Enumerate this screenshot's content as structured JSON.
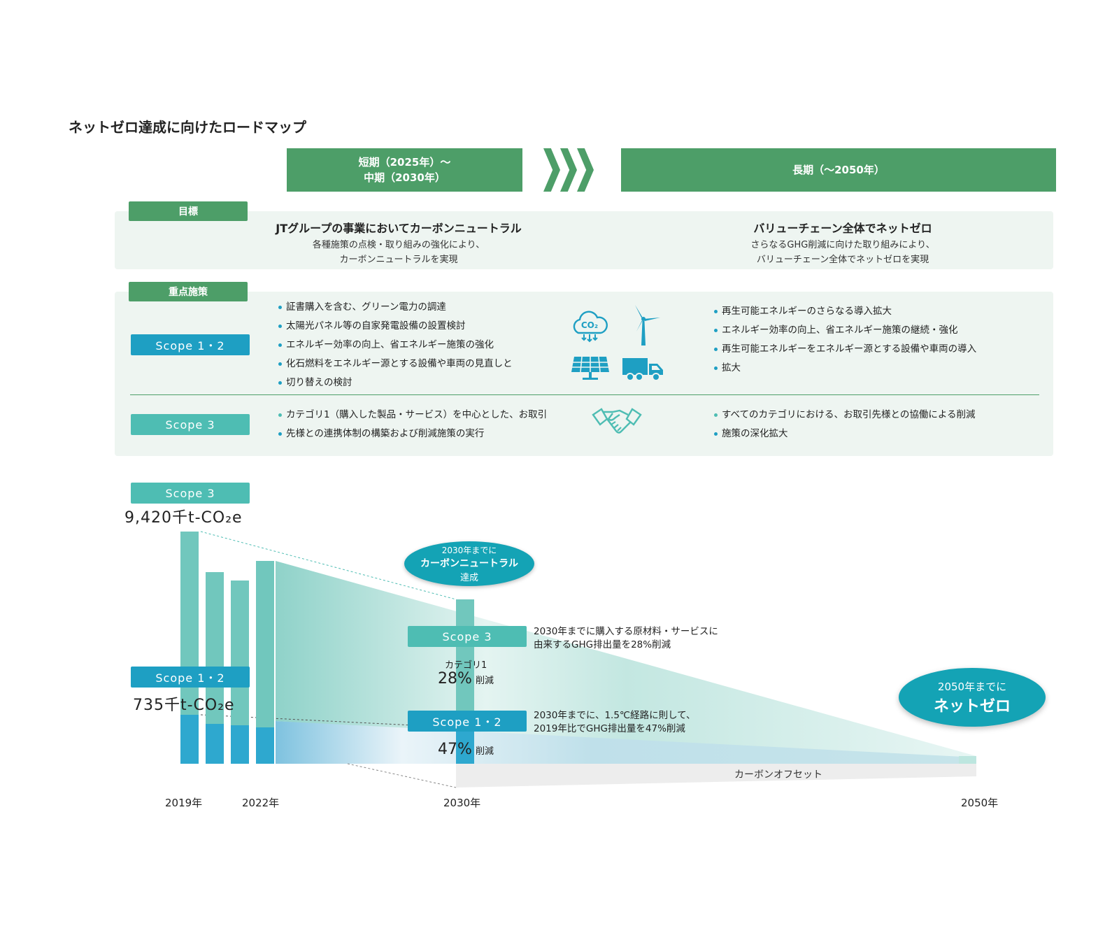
{
  "title": "ネットゼロ達成に向けたロードマップ",
  "phases": {
    "short_line1": "短期（2025年）〜",
    "short_line2": "中期（2030年）",
    "long": "長期（〜2050年）"
  },
  "goals": {
    "label": "目標",
    "short_head": "JTグループの事業においてカーボンニュートラル",
    "short_sub1": "各種施策の点検・取り組みの強化により、",
    "short_sub2": "カーボンニュートラルを実現",
    "long_head": "バリューチェーン全体でネットゼロ",
    "long_sub1": "さらなるGHG削減に向けた取り組みにより、",
    "long_sub2": "バリューチェーン全体でネットゼロを実現"
  },
  "measures": {
    "label": "重点施策",
    "scope12_label": "Scope 1・2",
    "scope3_label": "Scope 3",
    "scope12_short": [
      "証書購入を含む、グリーン電力の調達",
      "太陽光パネル等の自家発電設備の設置検討",
      "エネルギー効率の向上、省エネルギー施策の強化",
      "化石燃料をエネルギー源とする設備や車両の見直しと",
      "切り替えの検討"
    ],
    "scope12_long": [
      "再生可能エネルギーのさらなる導入拡大",
      "エネルギー効率の向上、省エネルギー施策の継続・強化",
      "再生可能エネルギーをエネルギー源とする設備や車両の導入",
      "拡大"
    ],
    "scope3_short": [
      "カテゴリ1（購入した製品・サービス）を中心とした、お取引",
      "先様との連携体制の構築および削減施策の実行"
    ],
    "scope3_long": [
      "すべてのカテゴリにおける、お取引先様との協働による削減",
      "施策の深化拡大"
    ],
    "icons": [
      "co2-icon",
      "wind-turbine-icon",
      "solar-panel-icon",
      "truck-icon",
      "handshake-icon"
    ],
    "co2_text": "CO₂"
  },
  "chart": {
    "scope3_label": "Scope 3",
    "scope3_value": "9,420千t-CO₂e",
    "scope12_label": "Scope 1・2",
    "scope12_value": "735千t-CO₂e",
    "cn_bubble1": "2030年までに",
    "cn_bubble2": "カーボンニュートラル",
    "cn_bubble3": "達成",
    "target_scope3_label": "Scope 3",
    "target_scope3_note1": "2030年までに購入する原材料・サービスに",
    "target_scope3_note2": "由来するGHG排出量を28%削減",
    "category_label": "カテゴリ1",
    "scope3_pct": "28%",
    "pct_suffix": "削減",
    "target_scope12_label": "Scope 1・2",
    "target_scope12_note1": "2030年までに、1.5℃経路に則して、",
    "target_scope12_note2": "2019年比でGHG排出量を47%削減",
    "scope12_pct": "47%",
    "offset_label": "カーボンオフセット",
    "nz_bubble1": "2050年までに",
    "nz_bubble2": "ネットゼロ",
    "year_2019": "2019年",
    "year_2022": "2022年",
    "year_2030": "2030年",
    "year_2050": "2050年"
  },
  "colors": {
    "green": "#4d9e68",
    "teal": "#4ebdb3",
    "blue": "#1e9fc3",
    "panel": "#eef5f1",
    "bubble": "#14a3b5"
  }
}
